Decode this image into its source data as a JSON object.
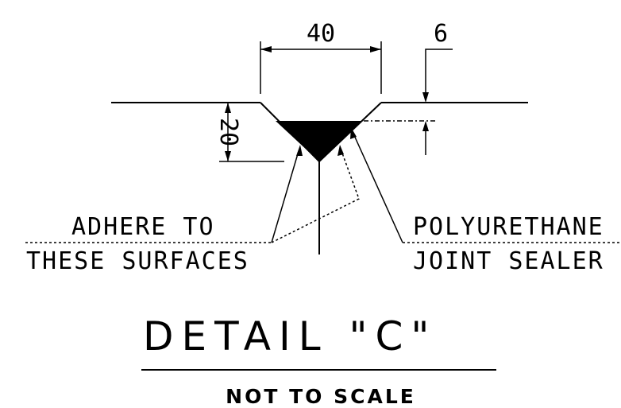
{
  "dimensions": {
    "width_label": "40",
    "offset_label": "6",
    "depth_label": "20"
  },
  "notes": {
    "left_line1": "ADHERE TO",
    "left_line2": "THESE SURFACES",
    "right_line1": "POLYURETHANE",
    "right_line2": "JOINT SEALER"
  },
  "title": {
    "text": "DETAIL \"C\"",
    "subtitle": "NOT TO SCALE"
  },
  "colors": {
    "ink": "#000000",
    "background": "#ffffff"
  }
}
